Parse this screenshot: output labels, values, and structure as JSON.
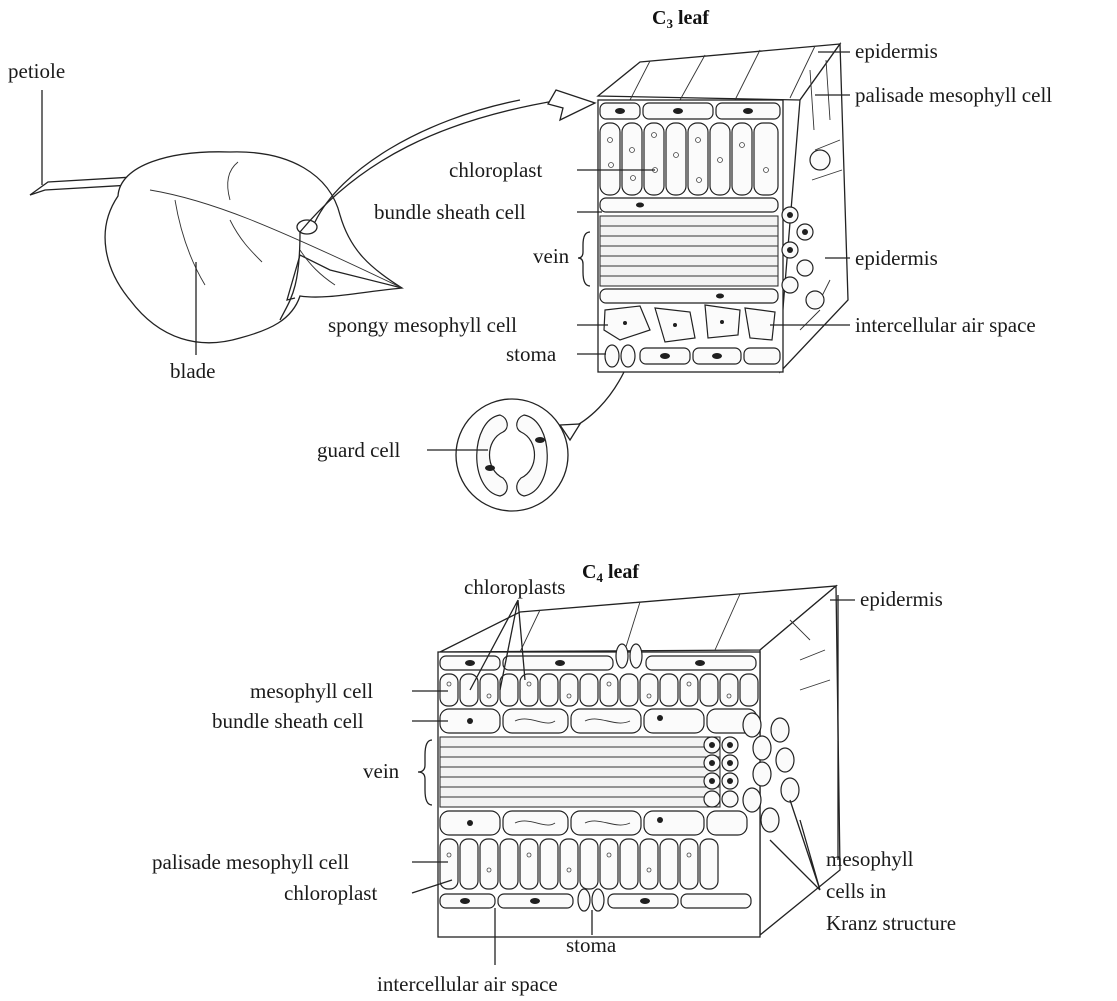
{
  "leaf": {
    "petiole_label": "petiole",
    "blade_label": "blade"
  },
  "c3": {
    "title_main": "C",
    "title_sub": "3",
    "title_tail": " leaf",
    "labels": {
      "epidermis_top": "epidermis",
      "palisade": "palisade mesophyll cell",
      "chloroplast": "chloroplast",
      "bundle_sheath": "bundle sheath cell",
      "vein": "vein",
      "epidermis_right": "epidermis",
      "spongy": "spongy mesophyll cell",
      "air_space": "intercellular air space",
      "stoma": "stoma",
      "guard_cell": "guard cell"
    }
  },
  "c4": {
    "title_main": "C",
    "title_sub": "4",
    "title_tail": " leaf",
    "labels": {
      "chloroplasts": "chloroplasts",
      "epidermis": "epidermis",
      "mesophyll": "mesophyll cell",
      "bundle_sheath": "bundle sheath cell",
      "vein": "vein",
      "palisade": "palisade mesophyll cell",
      "chloroplast": "chloroplast",
      "kranz_1": "mesophyll",
      "kranz_2": "cells in",
      "kranz_3": "Kranz structure",
      "stoma": "stoma",
      "air_space": "intercellular air space"
    }
  }
}
